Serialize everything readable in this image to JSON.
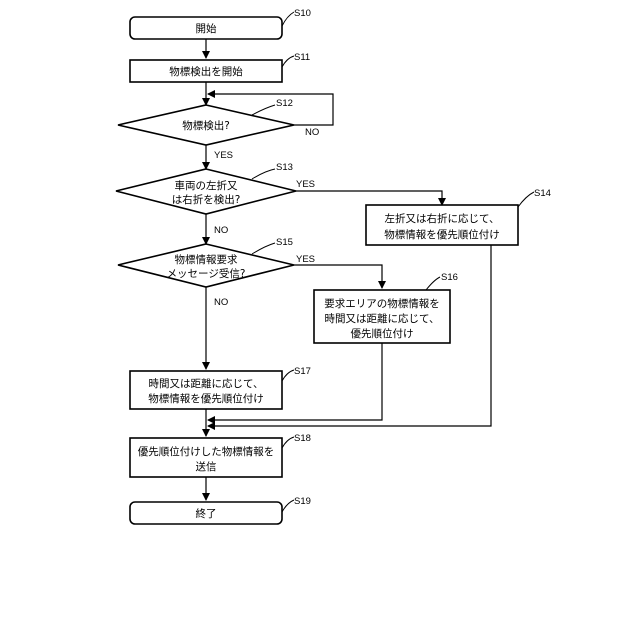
{
  "steps": {
    "s10": {
      "id": "S10",
      "text": "開始"
    },
    "s11": {
      "id": "S11",
      "text": "物標検出を開始"
    },
    "s12": {
      "id": "S12",
      "text": "物標検出?"
    },
    "s13": {
      "id": "S13",
      "line1": "車両の左折又",
      "line2": "は右折を検出?"
    },
    "s14": {
      "id": "S14",
      "line1": "左折又は右折に応じて、",
      "line2": "物標情報を優先順位付け"
    },
    "s15": {
      "id": "S15",
      "line1": "物標情報要求",
      "line2": "メッセージ受信?"
    },
    "s16": {
      "id": "S16",
      "line1": "要求エリアの物標情報を",
      "line2": "時間又は距離に応じて、",
      "line3": "優先順位付け"
    },
    "s17": {
      "id": "S17",
      "line1": "時間又は距離に応じて、",
      "line2": "物標情報を優先順位付け"
    },
    "s18": {
      "id": "S18",
      "line1": "優先順位付けした物標情報を",
      "line2": "送信"
    },
    "s19": {
      "id": "S19",
      "text": "終了"
    }
  },
  "branches": {
    "yes": "YES",
    "no": "NO"
  }
}
